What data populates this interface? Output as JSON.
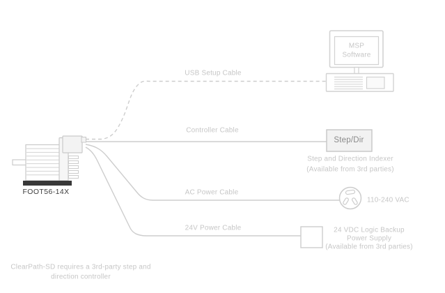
{
  "cables": {
    "usb": "USB Setup Cable",
    "controller": "Controller Cable",
    "ac": "AC Power Cable",
    "dc24v": "24V Power Cable"
  },
  "motor": {
    "model": "FOOT56-14X"
  },
  "computer": {
    "screen_line1": "MSP",
    "screen_line2": "Software"
  },
  "indexer": {
    "box_label": "Step/Dir",
    "caption_line1": "Step and Direction Indexer",
    "caption_line2": "(Available from 3rd parties)"
  },
  "ac_outlet": {
    "label": "110-240 VAC"
  },
  "power_supply": {
    "caption_line1": "24 VDC Logic Backup",
    "caption_line2": "Power Supply",
    "caption_line3": "(Available from 3rd parties)"
  },
  "footnote": {
    "line1": "ClearPath-SD requires a 3rd-party step and",
    "line2": "direction controller"
  },
  "colors": {
    "cable_line": "#cdcdcd",
    "device_outline": "#cfcfcf",
    "label_text": "#c6c6c6",
    "dark_text": "#3d3d3d",
    "box_label_text": "#8a8a8a",
    "motor_base": "#383838"
  }
}
